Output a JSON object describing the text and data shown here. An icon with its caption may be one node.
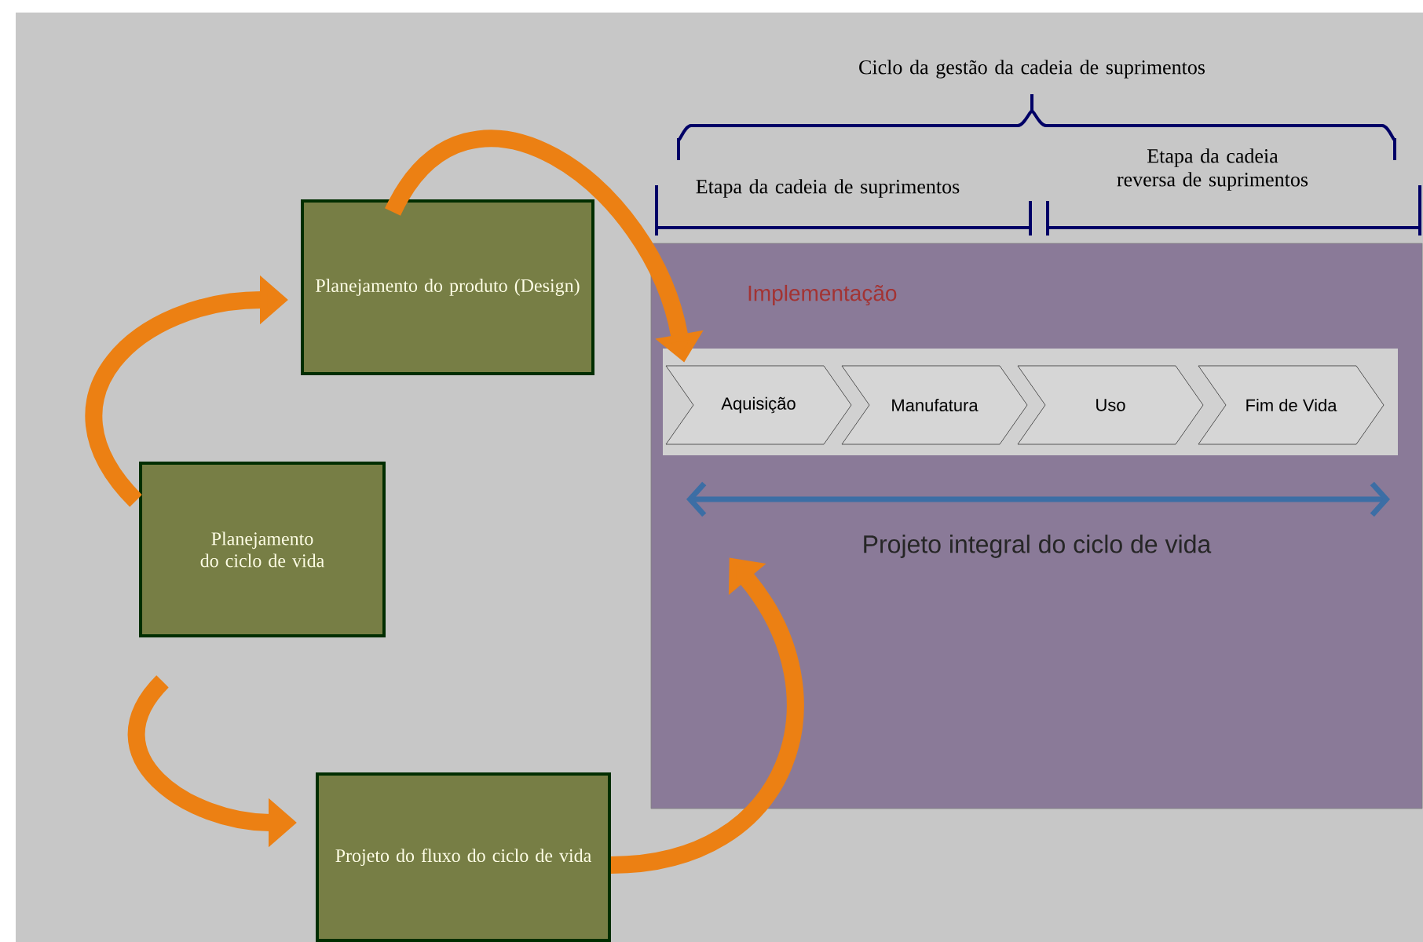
{
  "diagram": {
    "nodes": [
      {
        "text": [
          "Planejamento do produto (Design)"
        ]
      },
      {
        "text": [
          "Planejamento do ciclo de vida"
        ]
      },
      {
        "text": [
          "Projeto do fluxo do ciclo de vida"
        ]
      },
      {
        "text": [
          "Implementação",
          "Projeto integral do ciclo de vida"
        ]
      },
      {
        "text": [
          "Aquisição"
        ],
        "in": 3
      },
      {
        "text": [
          "Manufatura"
        ],
        "in": 3
      },
      {
        "text": [
          "Uso"
        ],
        "in": 3
      },
      {
        "text": [
          "Fim de Vida"
        ],
        "in": 3
      }
    ],
    "edges": [
      {
        "from": 1,
        "to": 0,
        "arrow": "to"
      },
      {
        "from": 0,
        "to": 4,
        "arrow": "to"
      },
      {
        "from": 1,
        "to": 2,
        "arrow": "to"
      },
      {
        "from": 2,
        "to": 3,
        "arrow": "to"
      }
    ],
    "labels": [
      "Ciclo da gestão da cadeia de suprimentos",
      "Etapa da cadeia de suprimentos",
      "Etapa da cadeia reversa de suprimentos"
    ]
  }
}
